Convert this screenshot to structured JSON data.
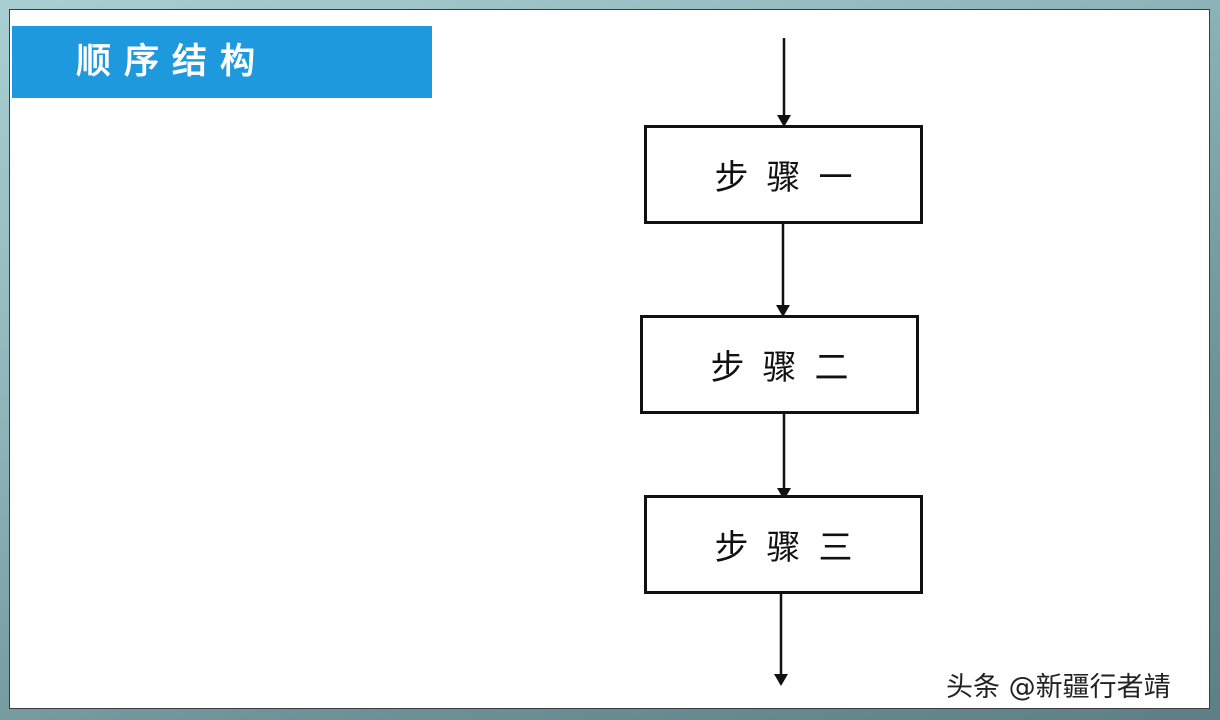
{
  "title": "顺序结构",
  "steps": [
    {
      "label": "步骤一"
    },
    {
      "label": "步骤二"
    },
    {
      "label": "步骤三"
    }
  ],
  "watermark": "头条 @新疆行者靖",
  "colors": {
    "banner": "#1f99dd",
    "title_text": "#ffffff",
    "box_border": "#111111",
    "arrow": "#111111"
  }
}
